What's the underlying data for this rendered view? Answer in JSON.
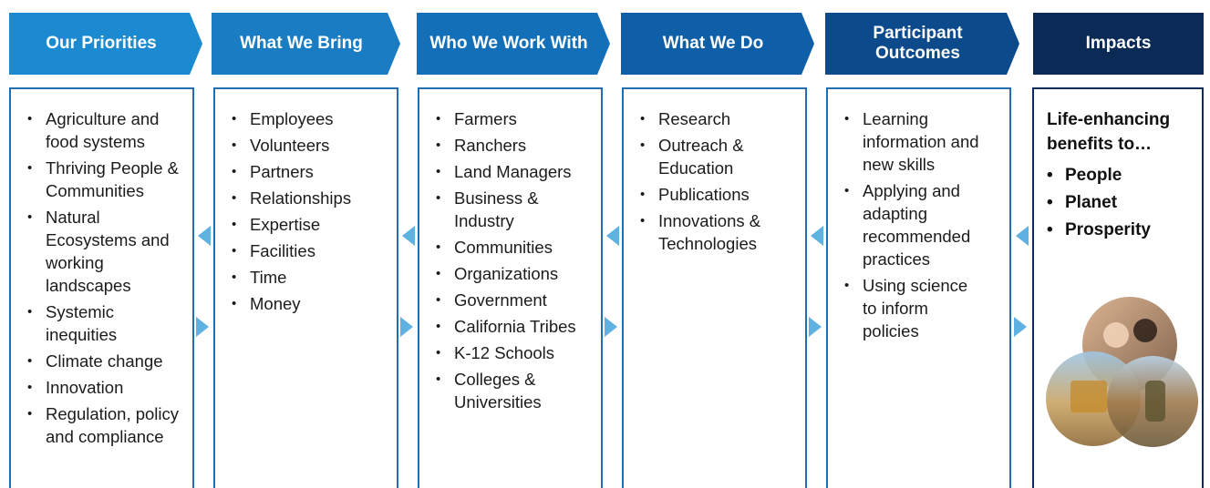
{
  "colors": {
    "header1": "#1b8ad0",
    "header2": "#1a7cc3",
    "header3": "#1370b8",
    "header4": "#0f5fa8",
    "header5": "#0c4a8c",
    "header6": "#0b2a55",
    "connector": "#5fb1e2"
  },
  "columns": [
    {
      "title": "Our Priorities",
      "items": [
        "Agriculture and food systems",
        "Thriving People & Communities",
        "Natural Ecosystems and working landscapes",
        "Systemic inequities",
        "Climate change",
        "Innovation",
        "Regulation, policy and compliance"
      ]
    },
    {
      "title": "What We Bring",
      "items": [
        "Employees",
        "Volunteers",
        "Partners",
        "Relationships",
        "Expertise",
        "Facilities",
        "Time",
        "Money"
      ]
    },
    {
      "title": "Who We Work With",
      "items": [
        "Farmers",
        "Ranchers",
        "Land Managers",
        "Business & Industry",
        "Communities",
        "Organizations",
        "Government",
        "California Tribes",
        "K-12 Schools",
        "Colleges & Universities"
      ]
    },
    {
      "title": "What We Do",
      "items": [
        "Research",
        "Outreach & Education",
        "Publications",
        "Innovations & Technologies"
      ]
    },
    {
      "title": "Participant Outcomes",
      "items": [
        "Learning information and new skills",
        "Applying and adapting recommended practices",
        "Using science to inform policies"
      ]
    }
  ],
  "impacts": {
    "title": "Impacts",
    "lead": "Life-enhancing benefits to…",
    "items": [
      "People",
      "Planet",
      "Prosperity"
    ],
    "photo_icon": "venn-photo-collage"
  }
}
